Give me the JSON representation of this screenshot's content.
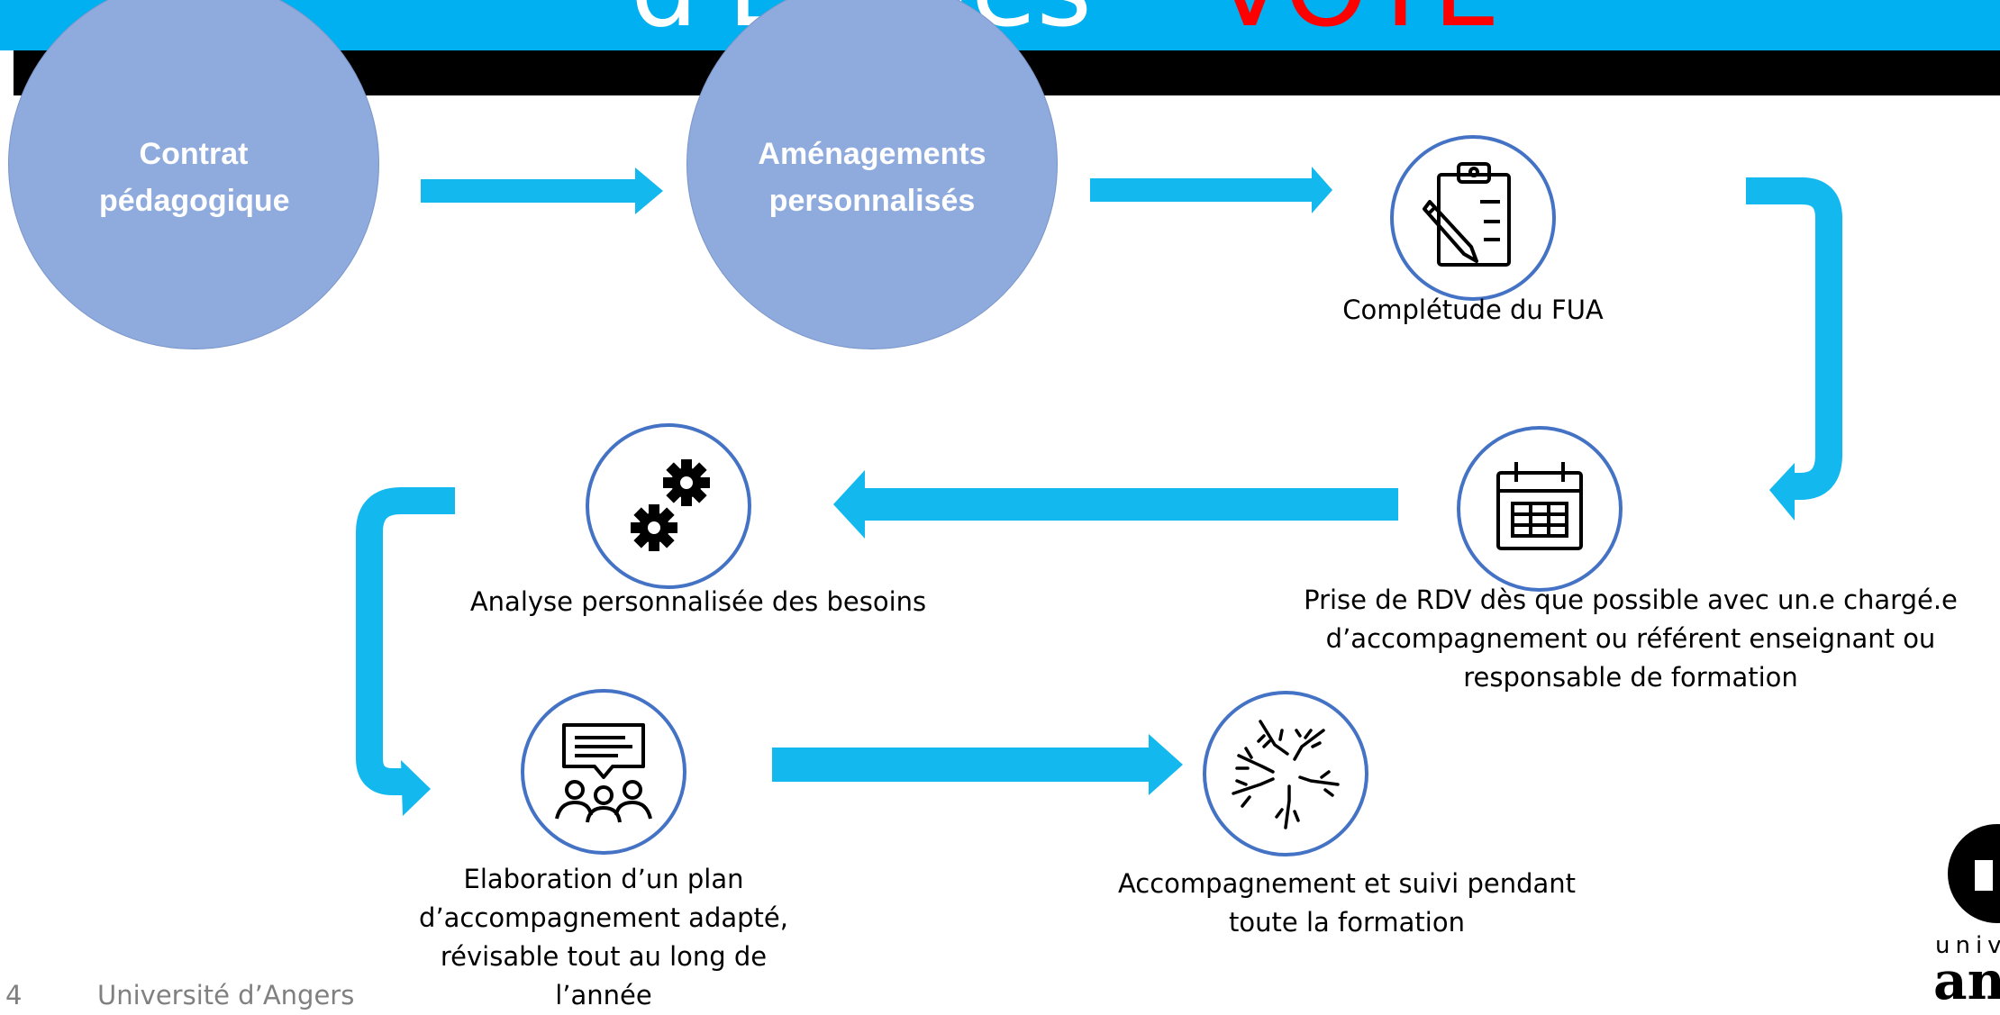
{
  "header": {
    "title_fragment": "d'Etudes",
    "title_fragment_red": "VOTE",
    "accent_color": "#00b0f0",
    "highlight_color": "#ff0000"
  },
  "steps": {
    "contrat": "Contrat pédagogique",
    "amenagements": "Aménagements personnalisés",
    "fua": "Complétude du FUA",
    "rdv": "Prise de RDV dès que possible avec un.e chargé.e d’accompagnement ou référent enseignant ou responsable de formation",
    "analyse": "Analyse personnalisée des besoins",
    "elaboration": "Elaboration d’un plan d’accompagnement adapté, révisable tout au long de l’année",
    "accompagnement": "Accompagnement et suivi pendant toute la formation"
  },
  "footer": {
    "page_number": "4",
    "university": "Université d’Angers",
    "logo_text_top": "unive",
    "logo_text_bottom": "ang"
  },
  "icons": [
    "clipboard-icon",
    "calendar-icon",
    "gears-icon",
    "meeting-icon",
    "hands-icon"
  ],
  "colors": {
    "circle_fill": "#8faadc",
    "arrow": "#12b8ee",
    "icon_ring": "#4472c4"
  }
}
